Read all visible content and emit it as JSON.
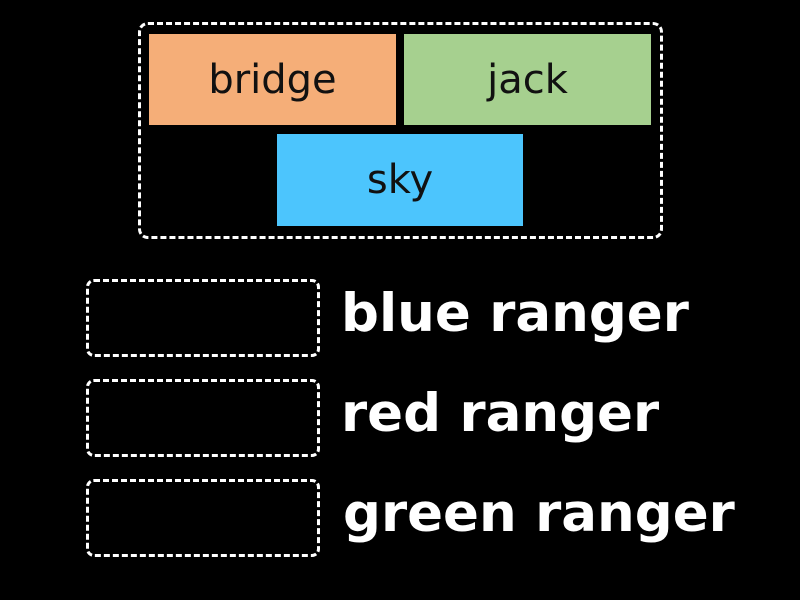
{
  "tiles": [
    {
      "text": "bridge",
      "color": "#f5ae78"
    },
    {
      "text": "jack",
      "color": "#a6d08f"
    },
    {
      "text": "sky",
      "color": "#4cc5fd"
    }
  ],
  "prompts": [
    {
      "label": "blue ranger"
    },
    {
      "label": "red ranger"
    },
    {
      "label": "green ranger"
    }
  ],
  "colors": {
    "background": "#000000",
    "text_dark": "#111111",
    "text_light": "#ffffff",
    "dashed_border": "#ffffff"
  }
}
